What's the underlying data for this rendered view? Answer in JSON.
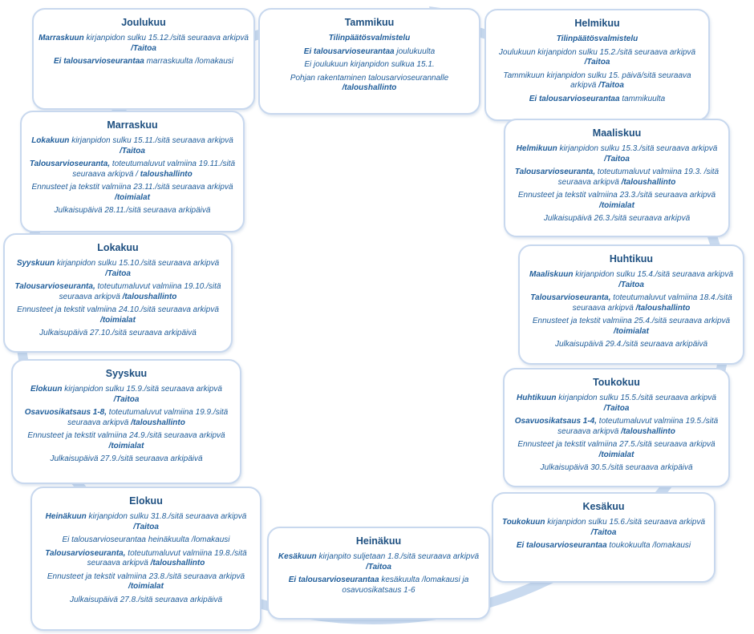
{
  "months": [
    {
      "id": "joulukuu",
      "title": "Joulukuu",
      "lines": [
        [
          {
            "t": "Marraskuun",
            "b": true
          },
          {
            "t": " kirjanpidon sulku 15.12./sitä seuraava arkipvä ",
            "b": false
          },
          {
            "t": "/Taitoa",
            "b": true
          }
        ],
        [
          {
            "t": "Ei talousarvioseurantaa",
            "b": true
          },
          {
            "t": " marraskuulta /lomakausi",
            "b": false
          }
        ]
      ]
    },
    {
      "id": "tammikuu",
      "title": "Tammikuu",
      "lines": [
        [
          {
            "t": "Tilinpäätösvalmistelu",
            "b": true
          }
        ],
        [
          {
            "t": "Ei talousarvioseurantaa",
            "b": true
          },
          {
            "t": " joulukuulta",
            "b": false
          }
        ],
        [
          {
            "t": "Ei joulukuun kirjanpidon sulkua 15.1.",
            "b": false
          }
        ],
        [
          {
            "t": "Pohjan rakentaminen talousarvioseurannalle ",
            "b": false
          },
          {
            "t": "/taloushallinto",
            "b": true
          }
        ]
      ]
    },
    {
      "id": "helmikuu",
      "title": "Helmikuu",
      "lines": [
        [
          {
            "t": "Tilinpäätösvalmistelu",
            "b": true
          }
        ],
        [
          {
            "t": "Joulukuun kirjanpidon sulku 15.2./sitä seuraava arkipvä ",
            "b": false
          },
          {
            "t": "/Taitoa",
            "b": true
          }
        ],
        [
          {
            "t": "Tammikuun kirjanpidon sulku 15. päivä/sitä seuraava arkipvä ",
            "b": false
          },
          {
            "t": "/Taitoa",
            "b": true
          }
        ],
        [
          {
            "t": "Ei talousarvioseurantaa",
            "b": true
          },
          {
            "t": " tammikuulta",
            "b": false
          }
        ]
      ]
    },
    {
      "id": "marraskuu",
      "title": "Marraskuu",
      "lines": [
        [
          {
            "t": "Lokakuun",
            "b": true
          },
          {
            "t": " kirjanpidon sulku 15.11./sitä seuraava arkipvä ",
            "b": false
          },
          {
            "t": "/Taitoa",
            "b": true
          }
        ],
        [
          {
            "t": "Talousarvioseuranta,",
            "b": true
          },
          {
            "t": " toteutumaluvut valmiina 19.11./sitä seuraava arkipvä / ",
            "b": false
          },
          {
            "t": "taloushallinto",
            "b": true
          }
        ],
        [
          {
            "t": "Ennusteet ja tekstit valmiina 23.11./sitä seuraava arkipvä ",
            "b": false
          },
          {
            "t": "/toimialat",
            "b": true
          }
        ],
        [
          {
            "t": "Julkaisupäivä 28.11./sitä seuraava arkipäivä",
            "b": false
          }
        ]
      ]
    },
    {
      "id": "maaliskuu",
      "title": "Maaliskuu",
      "lines": [
        [
          {
            "t": "Helmikuun",
            "b": true
          },
          {
            "t": " kirjanpidon sulku 15.3./sitä seuraava arkipvä ",
            "b": false
          },
          {
            "t": "/Taitoa",
            "b": true
          }
        ],
        [
          {
            "t": "Talousarvioseuranta,",
            "b": true
          },
          {
            "t": " toteutumaluvut valmiina 19.3. /sitä seuraava arkipvä ",
            "b": false
          },
          {
            "t": "/taloushallinto",
            "b": true
          }
        ],
        [
          {
            "t": "Ennusteet ja tekstit valmiina 23.3./sitä seuraava arkipvä ",
            "b": false
          },
          {
            "t": "/toimialat",
            "b": true
          }
        ],
        [
          {
            "t": "Julkaisupäivä 26.3./sitä seuraava arkipvä",
            "b": false
          }
        ]
      ]
    },
    {
      "id": "lokakuu",
      "title": "Lokakuu",
      "lines": [
        [
          {
            "t": "Syyskuun",
            "b": true
          },
          {
            "t": " kirjanpidon sulku 15.10./sitä seuraava arkipvä ",
            "b": false
          },
          {
            "t": "/Taitoa",
            "b": true
          }
        ],
        [
          {
            "t": "Talousarvioseuranta,",
            "b": true
          },
          {
            "t": " toteutumaluvut valmiina 19.10./sitä seuraava arkipvä ",
            "b": false
          },
          {
            "t": "/taloushallinto",
            "b": true
          }
        ],
        [
          {
            "t": "Ennusteet ja tekstit valmiina 24.10./sitä seuraava arkipvä ",
            "b": false
          },
          {
            "t": "/toimialat",
            "b": true
          }
        ],
        [
          {
            "t": "Julkaisupäivä 27.10./sitä seuraava arkipäivä",
            "b": false
          }
        ]
      ]
    },
    {
      "id": "huhtikuu",
      "title": "Huhtikuu",
      "lines": [
        [
          {
            "t": "Maaliskuun",
            "b": true
          },
          {
            "t": " kirjanpidon sulku 15.4./sitä seuraava arkipvä ",
            "b": false
          },
          {
            "t": "/Taitoa",
            "b": true
          }
        ],
        [
          {
            "t": "Talousarvioseuranta,",
            "b": true
          },
          {
            "t": " toteutumaluvut valmiina 18.4./sitä seuraava arkipvä ",
            "b": false
          },
          {
            "t": "/taloushallinto",
            "b": true
          }
        ],
        [
          {
            "t": "Ennusteet ja tekstit valmiina 25.4./sitä seuraava arkipvä ",
            "b": false
          },
          {
            "t": "/toimialat",
            "b": true
          }
        ],
        [
          {
            "t": "Julkaisupäivä 29.4./sitä seuraava arkipäivä",
            "b": false
          }
        ]
      ]
    },
    {
      "id": "syyskuu",
      "title": "Syyskuu",
      "lines": [
        [
          {
            "t": "Elokuun",
            "b": true
          },
          {
            "t": " kirjanpidon sulku 15.9./sitä seuraava arkipvä ",
            "b": false
          },
          {
            "t": "/Taitoa",
            "b": true
          }
        ],
        [
          {
            "t": "Osavuosikatsaus 1-8,",
            "b": true
          },
          {
            "t": " toteutumaluvut valmiina 19.9./sitä seuraava arkipvä ",
            "b": false
          },
          {
            "t": "/taloushallinto",
            "b": true
          }
        ],
        [
          {
            "t": "Ennusteet ja tekstit valmiina 24.9./sitä seuraava arkipvä ",
            "b": false
          },
          {
            "t": "/toimialat",
            "b": true
          }
        ],
        [
          {
            "t": "Julkaisupäivä 27.9./sitä seuraava arkipäivä",
            "b": false
          }
        ]
      ]
    },
    {
      "id": "toukokuu",
      "title": "Toukokuu",
      "lines": [
        [
          {
            "t": "Huhtikuun",
            "b": true
          },
          {
            "t": " kirjanpidon sulku 15.5./sitä seuraava arkipvä ",
            "b": false
          },
          {
            "t": "/Taitoa",
            "b": true
          }
        ],
        [
          {
            "t": "Osavuosikatsaus 1-4,",
            "b": true
          },
          {
            "t": " toteutumaluvut valmiina 19.5./sitä seuraava arkipvä ",
            "b": false
          },
          {
            "t": "/taloushallinto",
            "b": true
          }
        ],
        [
          {
            "t": "Ennusteet ja tekstit valmiina 27.5./sitä seuraava arkipvä ",
            "b": false
          },
          {
            "t": "/toimialat",
            "b": true
          }
        ],
        [
          {
            "t": "Julkaisupäivä 30.5./sitä seuraava arkipäivä",
            "b": false
          }
        ]
      ]
    },
    {
      "id": "elokuu",
      "title": "Elokuu",
      "lines": [
        [
          {
            "t": "Heinäkuun",
            "b": true
          },
          {
            "t": " kirjanpidon sulku 31.8./sitä seuraava arkipvä ",
            "b": false
          },
          {
            "t": "/Taitoa",
            "b": true
          }
        ],
        [
          {
            "t": "Ei talousarvioseurantaa heinäkuulta /lomakausi",
            "b": false
          }
        ],
        [
          {
            "t": "Talousarvioseuranta,",
            "b": true
          },
          {
            "t": " toteutumaluvut valmiina 19.8./sitä seuraava arkipvä ",
            "b": false
          },
          {
            "t": "/taloushallinto",
            "b": true
          }
        ],
        [
          {
            "t": "Ennusteet ja tekstit valmiina 23.8./sitä seuraava arkipvä ",
            "b": false
          },
          {
            "t": "/toimialat",
            "b": true
          }
        ],
        [
          {
            "t": "Julkaisupäivä 27.8./sitä seuraava arkipäivä",
            "b": false
          }
        ]
      ]
    },
    {
      "id": "kesakuu",
      "title": "Kesäkuu",
      "lines": [
        [
          {
            "t": "Toukokuun",
            "b": true
          },
          {
            "t": " kirjanpidon sulku 15.6./sitä seuraava arkipvä ",
            "b": false
          },
          {
            "t": "/Taitoa",
            "b": true
          }
        ],
        [
          {
            "t": "Ei talousarvioseurantaa",
            "b": true
          },
          {
            "t": " toukokuulta /lomakausi",
            "b": false
          }
        ]
      ]
    },
    {
      "id": "heinakuu",
      "title": "Heinäkuu",
      "lines": [
        [
          {
            "t": "Kesäkuun",
            "b": true
          },
          {
            "t": " kirjanpito suljetaan 1.8./sitä seuraava arkipvä ",
            "b": false
          },
          {
            "t": "/Taitoa",
            "b": true
          }
        ],
        [
          {
            "t": "Ei talousarvioseurantaa",
            "b": true
          },
          {
            "t": " kesäkuulta /lomakausi ja osavuosikatsaus 1-6",
            "b": false
          }
        ]
      ]
    }
  ]
}
